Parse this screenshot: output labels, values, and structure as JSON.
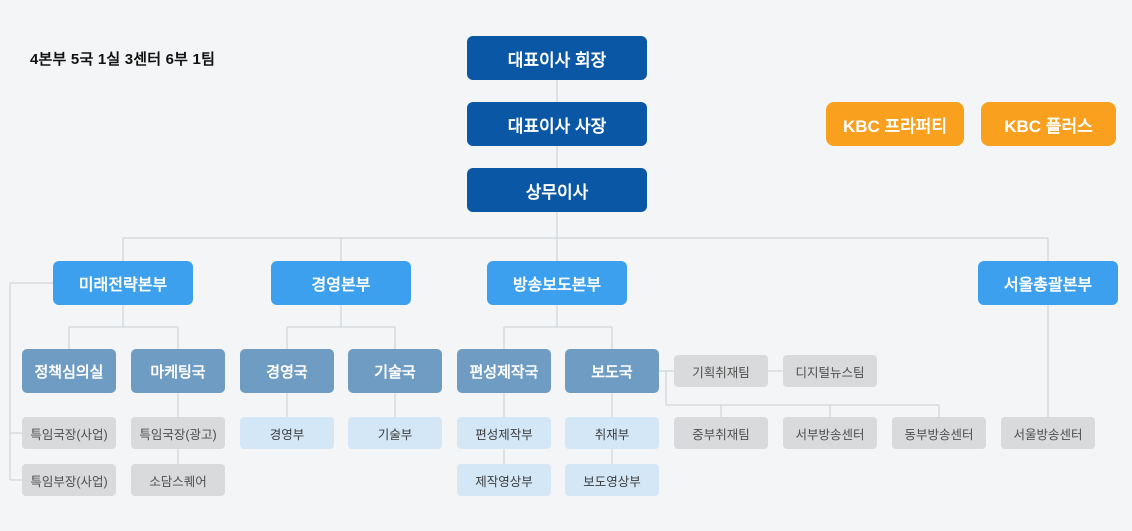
{
  "summary": "4본부 5국 1실 3센터 6부 1팀",
  "colors": {
    "background": "#f4f5f6",
    "executive_blue": "#0a57a6",
    "division_blue": "#3da0ef",
    "bureau_blue": "#6f9cc3",
    "department_pale_blue": "#d4e7f7",
    "team_gray": "#d9dadb",
    "affiliate_orange": "#f9a01f",
    "connector_line": "#c9ced4"
  },
  "executives": {
    "chairman": "대표이사 회장",
    "president": "대표이사 사장",
    "managing_director": "상무이사"
  },
  "affiliates": {
    "property": "KBC 프라퍼티",
    "plus": "KBC 플러스"
  },
  "divisions": {
    "future_strategy": "미래전략본부",
    "management": "경영본부",
    "broadcast_news": "방송보도본부",
    "seoul": "서울총괄본부"
  },
  "bureaus": {
    "policy_review": "정책심의실",
    "marketing": "마케팅국",
    "management": "경영국",
    "technology": "기술국",
    "programming_production": "편성제작국",
    "news": "보도국"
  },
  "teams": {
    "planning_coverage": "기획취재팀",
    "digital_news": "디지털뉴스팀"
  },
  "departments": {
    "management": "경영부",
    "technology": "기술부",
    "programming_production": "편성제작부",
    "production_video": "제작영상부",
    "coverage": "취재부",
    "news_video": "보도영상부"
  },
  "units": {
    "special_director_business": "특임국장(사업)",
    "special_manager_business": "특임부장(사업)",
    "special_director_ad": "특임국장(광고)",
    "sodam_square": "소담스퀘어",
    "central_coverage_team": "중부취재팀",
    "west_broadcast_center": "서부방송센터",
    "east_broadcast_center": "동부방송센터",
    "seoul_broadcast_center": "서울방송센터"
  }
}
